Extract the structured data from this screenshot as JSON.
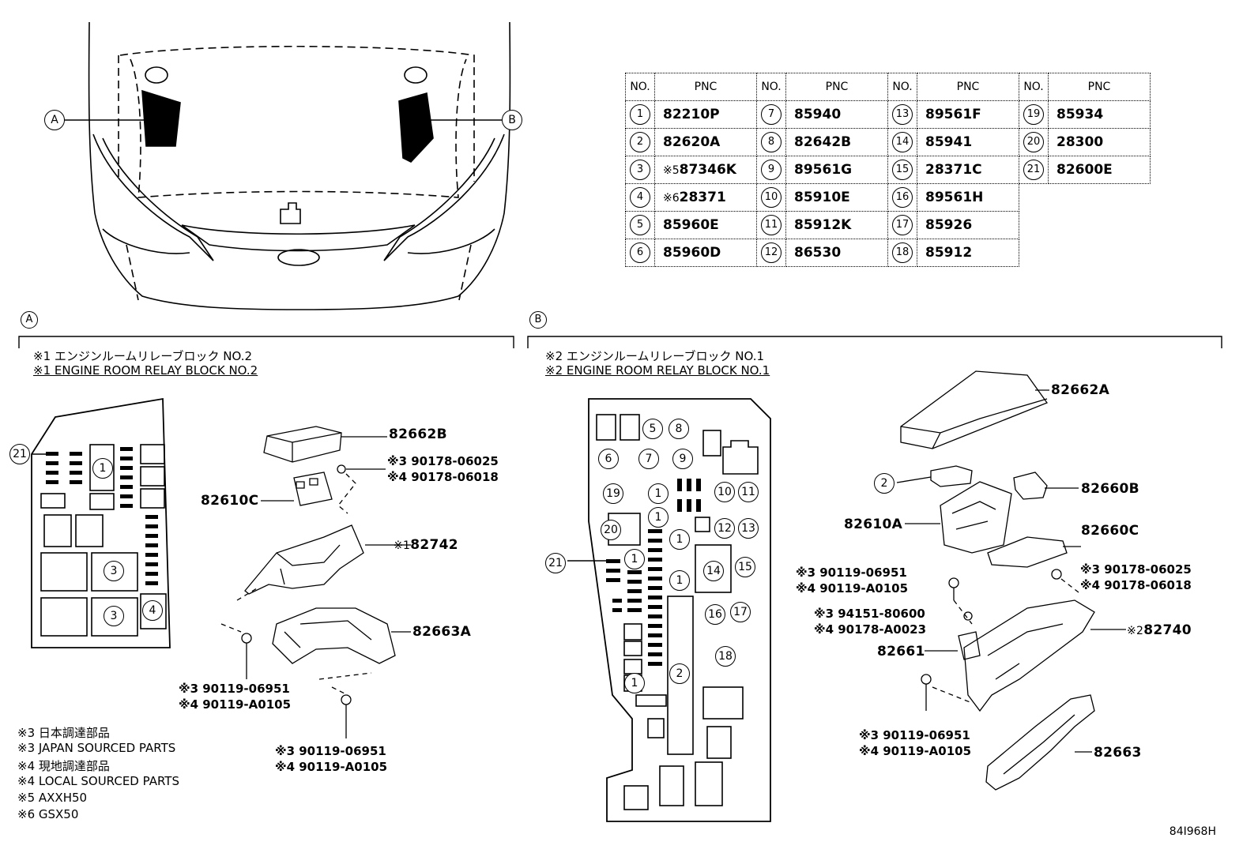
{
  "table": {
    "header_no": "NO.",
    "header_pnc": "PNC",
    "columns": [
      [
        {
          "no": "1",
          "prefix": "",
          "pnc": "82210P"
        },
        {
          "no": "2",
          "prefix": "",
          "pnc": "82620A"
        },
        {
          "no": "3",
          "prefix": "※5",
          "pnc": "87346K"
        },
        {
          "no": "4",
          "prefix": "※6",
          "pnc": "28371"
        },
        {
          "no": "5",
          "prefix": "",
          "pnc": "85960E"
        },
        {
          "no": "6",
          "prefix": "",
          "pnc": "85960D"
        }
      ],
      [
        {
          "no": "7",
          "prefix": "",
          "pnc": "85940"
        },
        {
          "no": "8",
          "prefix": "",
          "pnc": "82642B"
        },
        {
          "no": "9",
          "prefix": "",
          "pnc": "89561G"
        },
        {
          "no": "10",
          "prefix": "",
          "pnc": "85910E"
        },
        {
          "no": "11",
          "prefix": "",
          "pnc": "85912K"
        },
        {
          "no": "12",
          "prefix": "",
          "pnc": "86530"
        }
      ],
      [
        {
          "no": "13",
          "prefix": "",
          "pnc": "89561F"
        },
        {
          "no": "14",
          "prefix": "",
          "pnc": "85941"
        },
        {
          "no": "15",
          "prefix": "",
          "pnc": "28371C"
        },
        {
          "no": "16",
          "prefix": "",
          "pnc": "89561H"
        },
        {
          "no": "17",
          "prefix": "",
          "pnc": "85926"
        },
        {
          "no": "18",
          "prefix": "",
          "pnc": "85912"
        }
      ],
      [
        {
          "no": "19",
          "prefix": "",
          "pnc": "85934"
        },
        {
          "no": "20",
          "prefix": "",
          "pnc": "28300"
        },
        {
          "no": "21",
          "prefix": "",
          "pnc": "82600E"
        }
      ]
    ]
  },
  "car": {
    "callout_a": "A",
    "callout_b": "B"
  },
  "section_a": {
    "marker": "A",
    "title_jp": "※1 エンジンルームリレーブロック NO.2",
    "title_en": "※1 ENGINE ROOM RELAY BLOCK NO.2",
    "parts": {
      "cover": "82662B",
      "relay_block": "82610C",
      "screw_top_1": "※3 90178-06025",
      "screw_top_2": "※4 90178-06018",
      "bracket_prefix": "※1",
      "bracket": "82742",
      "lower": "82663A",
      "bolt_left_1": "※3 90119-06951",
      "bolt_left_2": "※4 90119-A0105",
      "bolt_right_1": "※3 90119-06951",
      "bolt_right_2": "※4 90119-A0105"
    },
    "block_labels": [
      "21",
      "1",
      "3",
      "3",
      "4"
    ]
  },
  "notes": [
    "※3 日本調達部品",
    "※3 JAPAN SOURCED PARTS",
    "※4 現地調達部品",
    "※4 LOCAL SOURCED PARTS",
    "※5 AXXH50",
    "※6 GSX50"
  ],
  "section_b": {
    "marker": "B",
    "title_jp": "※2 エンジンルームリレーブロック NO.1",
    "title_en": "※2 ENGINE ROOM RELAY BLOCK NO.1",
    "parts": {
      "cover": "82662A",
      "item2": "2",
      "fuse_b": "82660B",
      "relay_block": "82610A",
      "fuse_c": "82660C",
      "bolt_top_1": "※3 90119-06951",
      "bolt_top_2": "※4 90119-A0105",
      "nut_right_1": "※3 90178-06025",
      "nut_right_2": "※4 90178-06018",
      "clip_1": "※3 94151-80600",
      "clip_2": "※4 90178-A0023",
      "bracket_prefix": "※2",
      "bracket": "82740",
      "connector": "82661",
      "bolt_bot_1": "※3 90119-06951",
      "bolt_bot_2": "※4 90119-A0105",
      "lower": "82663"
    }
  },
  "drawing_code": "84I968H"
}
